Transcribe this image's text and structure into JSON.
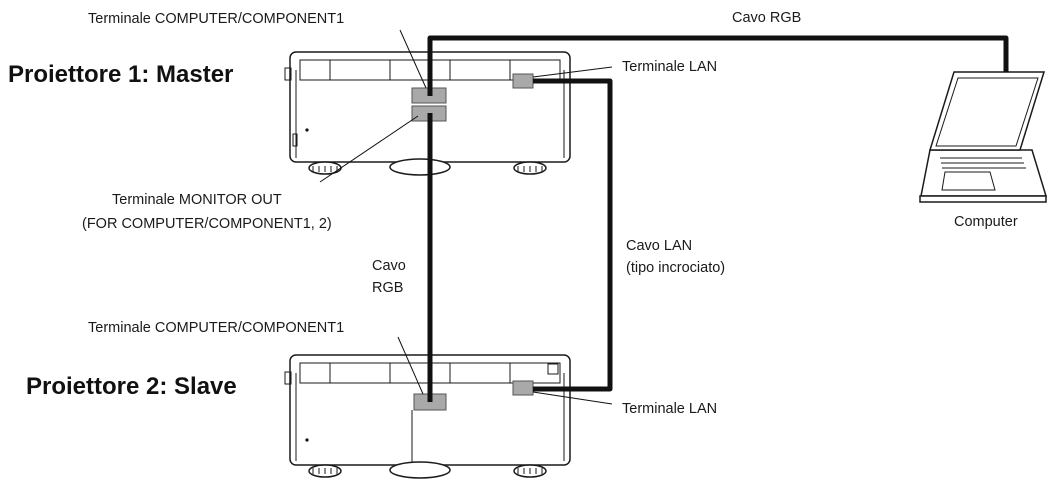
{
  "title": "",
  "labels": {
    "master": "Proiettore 1: Master",
    "slave": "Proiettore 2: Slave",
    "computer_component1_top": "Terminale COMPUTER/COMPONENT1",
    "lan_terminal_top": "Terminale LAN",
    "rgb_cable_top": "Cavo RGB",
    "monitor_out_line1": "Terminale MONITOR OUT",
    "monitor_out_line2": "(FOR COMPUTER/COMPONENT1, 2)",
    "computer": "Computer",
    "lan_cable_line1": "Cavo LAN",
    "lan_cable_line2": "(tipo incrociato)",
    "rgb_cable_mid_line1": "Cavo",
    "rgb_cable_mid_line2": "RGB",
    "computer_component1_bottom": "Terminale COMPUTER/COMPONENT1",
    "lan_terminal_bottom": "Terminale LAN"
  },
  "nodes": [
    {
      "id": "projector-1",
      "label": "Proiettore 1: Master",
      "role": "Master"
    },
    {
      "id": "projector-2",
      "label": "Proiettore 2: Slave",
      "role": "Slave"
    },
    {
      "id": "computer",
      "label": "Computer"
    }
  ],
  "edges": [
    {
      "from": "computer",
      "to": "projector-1",
      "label": "Cavo RGB",
      "via": "Terminale COMPUTER/COMPONENT1"
    },
    {
      "from": "projector-1",
      "to": "projector-2",
      "label": "Cavo RGB",
      "via": "Terminale MONITOR OUT → Terminale COMPUTER/COMPONENT1"
    },
    {
      "from": "projector-1",
      "to": "projector-2",
      "label": "Cavo LAN (tipo incrociato)",
      "via": "Terminale LAN → Terminale LAN"
    }
  ]
}
